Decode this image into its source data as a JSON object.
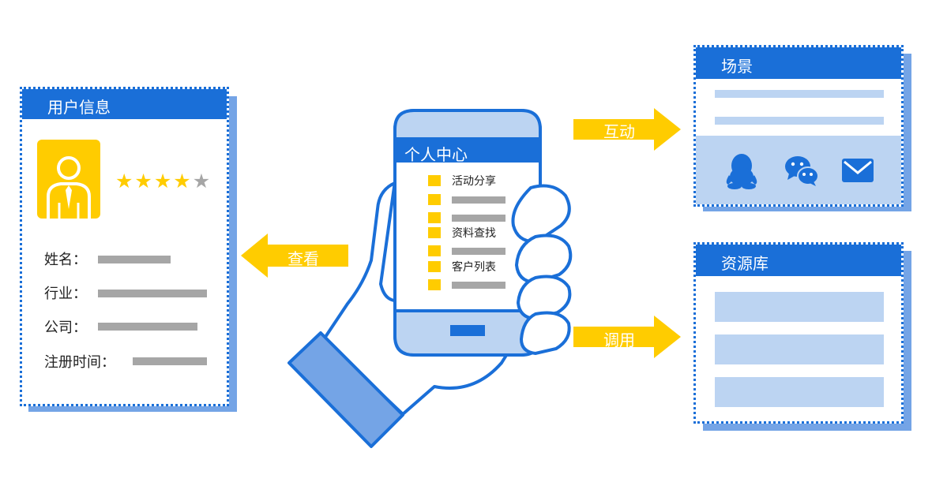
{
  "user_card": {
    "title": "用户信息",
    "rating": {
      "value": 4,
      "max": 5
    },
    "fields": [
      {
        "label": "姓名："
      },
      {
        "label": "行业："
      },
      {
        "label": "公司："
      },
      {
        "label": "注册时间："
      }
    ]
  },
  "phone": {
    "title": "个人中心",
    "menu": [
      {
        "label": "活动分享"
      },
      {
        "label": ""
      },
      {
        "label": ""
      },
      {
        "label": "资料查找"
      },
      {
        "label": ""
      },
      {
        "label": "客户列表"
      },
      {
        "label": ""
      }
    ]
  },
  "arrows": {
    "view": "查看",
    "interact": "互动",
    "invoke": "调用"
  },
  "scene_card": {
    "title": "场景",
    "icons": [
      "qq-icon",
      "wechat-icon",
      "mail-icon"
    ]
  },
  "resource_card": {
    "title": "资源库"
  },
  "colors": {
    "primary": "#1a6fd8",
    "shadow": "#74a4e6",
    "accent_yellow": "#ffcc00",
    "light_blue": "#bcd4f2",
    "gray": "#a6a6a6"
  }
}
